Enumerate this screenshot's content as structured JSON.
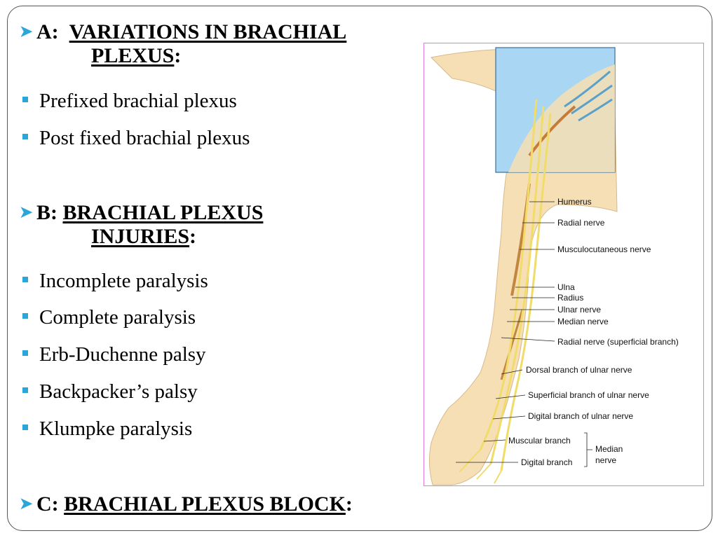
{
  "sections": {
    "a": {
      "prefix": "A:",
      "title_line1": "VARIATIONS IN BRACHIAL",
      "title_line2": "PLEXUS",
      "suffix": ":"
    },
    "a_items": [
      "Prefixed brachial plexus",
      "Post fixed brachial plexus"
    ],
    "b": {
      "prefix": "B:",
      "title_line1": "BRACHIAL PLEXUS",
      "title_line2": "INJURIES",
      "suffix": ":"
    },
    "b_items": [
      "Incomplete paralysis",
      "Complete paralysis",
      "Erb-Duchenne palsy",
      "Backpacker’s palsy",
      "Klumpke paralysis"
    ],
    "c": {
      "prefix": "C:",
      "title": "BRACHIAL PLEXUS BLOCK",
      "suffix": ":"
    }
  },
  "figure_labels": {
    "humerus": "Humerus",
    "radial": "Radial nerve",
    "musculocutaneous": "Musculocutaneous nerve",
    "ulna": "Ulna",
    "radius": "Radius",
    "ulnar": "Ulnar nerve",
    "median": "Median nerve",
    "radial_superficial": "Radial nerve (superficial branch)",
    "dorsal_ulnar": "Dorsal branch of ulnar nerve",
    "superficial_ulnar": "Superficial branch of ulnar nerve",
    "digital_ulnar": "Digital branch of ulnar nerve",
    "muscular_branch": "Muscular branch",
    "digital_branch": "Digital branch",
    "median_nerve_1": "Median",
    "median_nerve_2": "nerve"
  },
  "colors": {
    "accent": "#2aa7d8",
    "figure_border": "#e27ae2",
    "skin": "#f6dfb4",
    "nerve": "#f1dc6a",
    "inset": "#a9d6f2"
  }
}
